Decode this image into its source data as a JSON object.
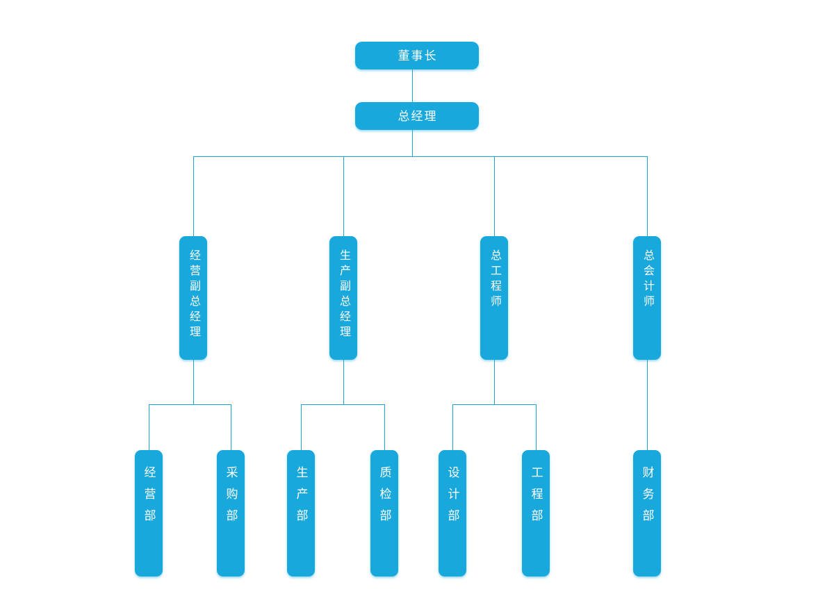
{
  "colors": {
    "node_fill": "#18a8dc",
    "node_text": "#ffffff",
    "connector": "#1aa4d6",
    "canvas_background": "#ffffff"
  },
  "org": {
    "chairman": {
      "label": "董事长"
    },
    "general_manager": {
      "label": "总经理"
    },
    "executives": [
      {
        "label": "经营副总经理",
        "departments": [
          "经营部",
          "采购部"
        ]
      },
      {
        "label": "生产副总经理",
        "departments": [
          "生产部",
          "质检部"
        ]
      },
      {
        "label": "总工程师",
        "departments": [
          "设计部",
          "工程部"
        ]
      },
      {
        "label": "总会计师",
        "departments": [
          "财务部"
        ]
      }
    ]
  }
}
